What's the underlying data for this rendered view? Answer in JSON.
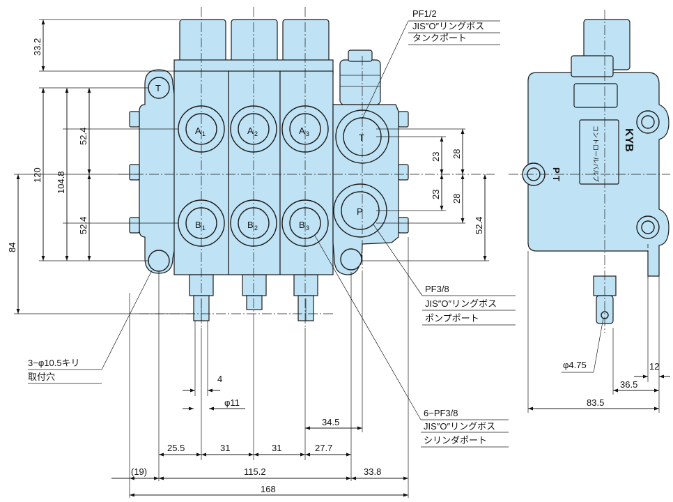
{
  "dimensions": {
    "top_overall": "33.2",
    "mount_span": "120",
    "inner_span": "104.8",
    "upper_port": "52.4",
    "lower_port": "52.4",
    "port_offset_low": "84",
    "tank_offset": "23",
    "tank_offset2": "28",
    "pump_offset": "23",
    "pump_offset2": "28",
    "right_span": "52.4",
    "pitch_first": "25.5",
    "pitch_a": "31",
    "pitch_b": "31",
    "pitch_last": "27.7",
    "cyl_to_tank": "34.5",
    "tab_width": "4",
    "spool_dia": "φ11",
    "left_extra": "(19)",
    "mid_total": "115.2",
    "right_extra": "33.8",
    "overall_width": "168",
    "pin_dia": "φ4.75",
    "side_12": "12",
    "side_36": "36.5",
    "side_83": "83.5"
  },
  "ports": {
    "a1": "A",
    "a1_sub": "1",
    "a2": "A",
    "a2_sub": "2",
    "a3": "A",
    "a3_sub": "3",
    "b1": "B",
    "b1_sub": "1",
    "b2": "B",
    "b2_sub": "2",
    "b3": "B",
    "b3_sub": "3",
    "tank": "T",
    "pump": "P",
    "mount_t": "T"
  },
  "callouts": {
    "tank_l1": "PF1/2",
    "tank_l2": "JIS″O″リングボス",
    "tank_l3": "タンクポート",
    "pump_l1": "PF3/8",
    "pump_l2": "JIS″O″リングボス",
    "pump_l3": "ポンプポート",
    "cyl_l1": "6−PF3/8",
    "cyl_l2": "JIS″O″リングボス",
    "cyl_l3": "シリンダポート",
    "mount_l1": "3−φ10.5キリ",
    "mount_l2": "取付穴"
  },
  "side_view": {
    "brand": "KYB",
    "pt_mark": "P T",
    "nameplate": "コントロールバルブ",
    "pt_label": "P T"
  }
}
